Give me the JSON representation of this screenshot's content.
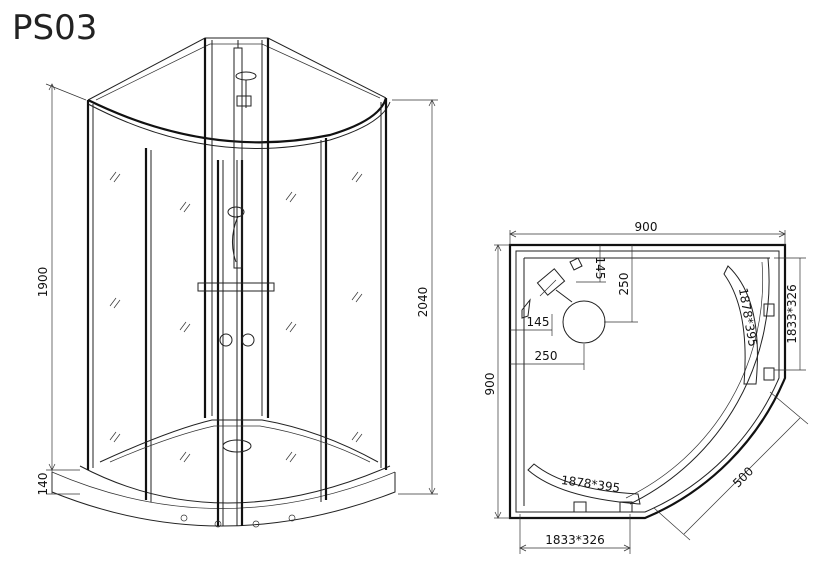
{
  "title": "PS03",
  "elevation": {
    "height_glass": "1900",
    "height_total": "2040",
    "height_base": "140"
  },
  "plan": {
    "width": "900",
    "depth": "900",
    "offset_145_top": "145",
    "offset_250_top": "250",
    "offset_145_left": "145",
    "offset_250_left": "250",
    "glass_curved_right": "1878*395",
    "glass_curved_bottom": "1878*395",
    "door_right": "1833*326",
    "door_bottom": "1833*326",
    "radius": "500"
  }
}
